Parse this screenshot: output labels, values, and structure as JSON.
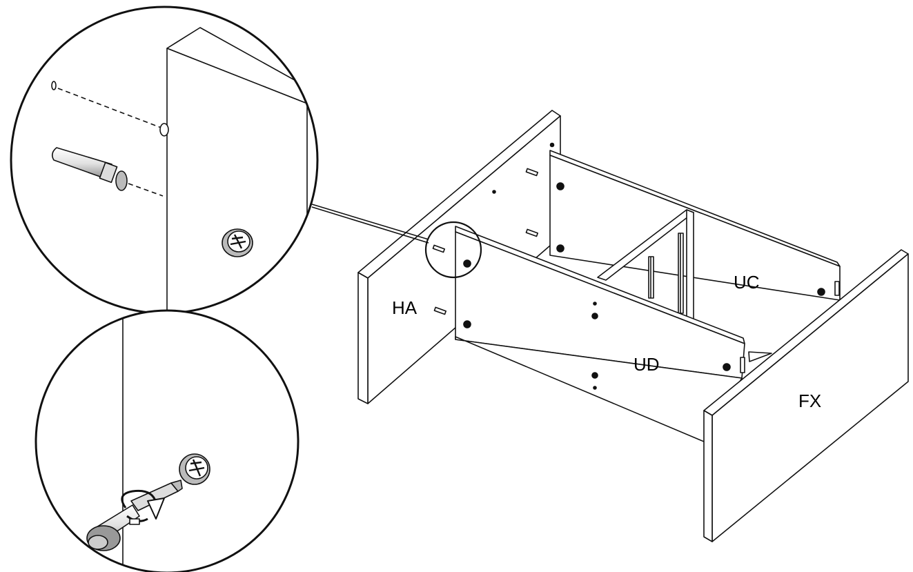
{
  "labels": {
    "side_left": "HA",
    "back_panel": "UC",
    "middle_panel": "UD",
    "front_panel": "FX"
  },
  "colors": {
    "line": "#111111",
    "panel": "#ffffff",
    "hardware": "#888888"
  }
}
